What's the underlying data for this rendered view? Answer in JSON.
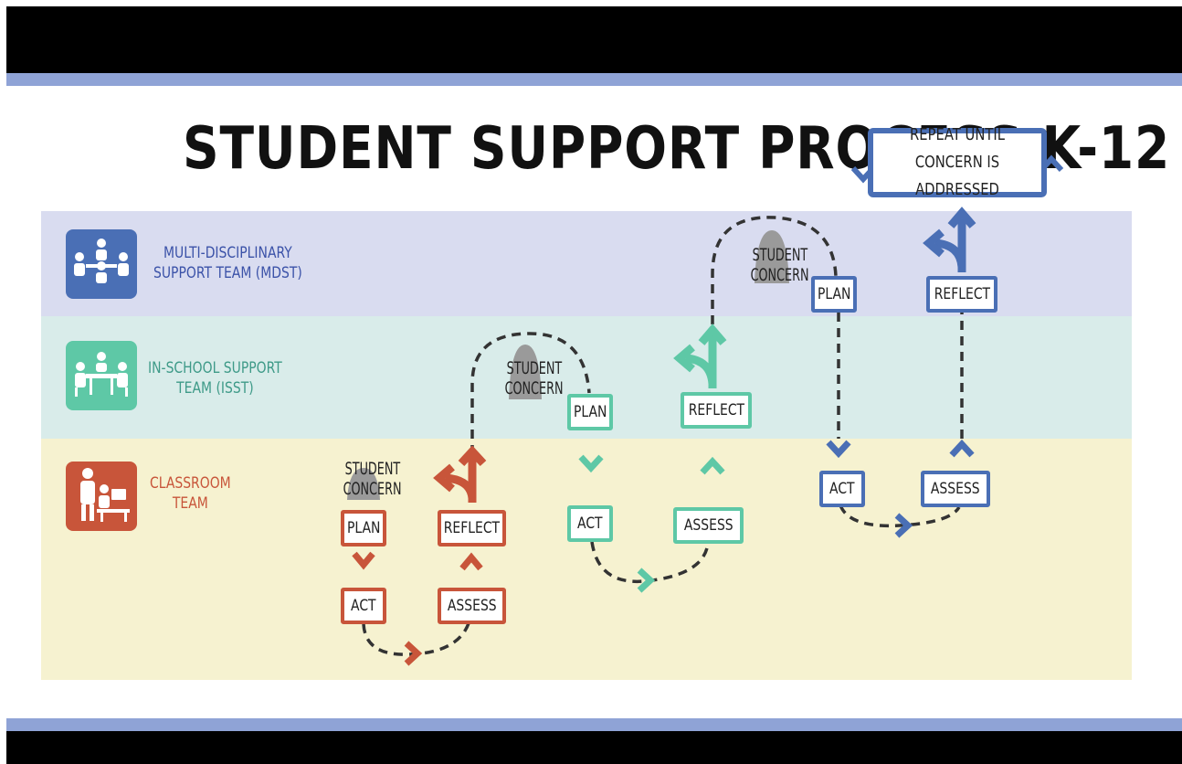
{
  "title": "STUDENT SUPPORT PROCESS K-12",
  "repeat_note": "REPEAT UNTIL CONCERN IS ADDRESSED",
  "colors": {
    "classroom": "#c8553a",
    "isst": "#5ec8a6",
    "mdst": "#4a6fb5"
  },
  "teams": {
    "mdst": {
      "line1": "MULTI-DISCIPLINARY",
      "line2": "SUPPORT TEAM (MDST)",
      "icon": "team-meeting-icon"
    },
    "isst": {
      "line1": "IN-SCHOOL SUPPORT",
      "line2": "TEAM (ISST)",
      "icon": "team-table-icon"
    },
    "classroom": {
      "line1": "CLASSROOM",
      "line2": "TEAM",
      "icon": "teacher-student-icon"
    }
  },
  "concern": {
    "line1": "STUDENT",
    "line2": "CONCERN"
  },
  "steps": {
    "plan": "PLAN",
    "act": "ACT",
    "assess": "ASSESS",
    "reflect": "REFLECT"
  }
}
